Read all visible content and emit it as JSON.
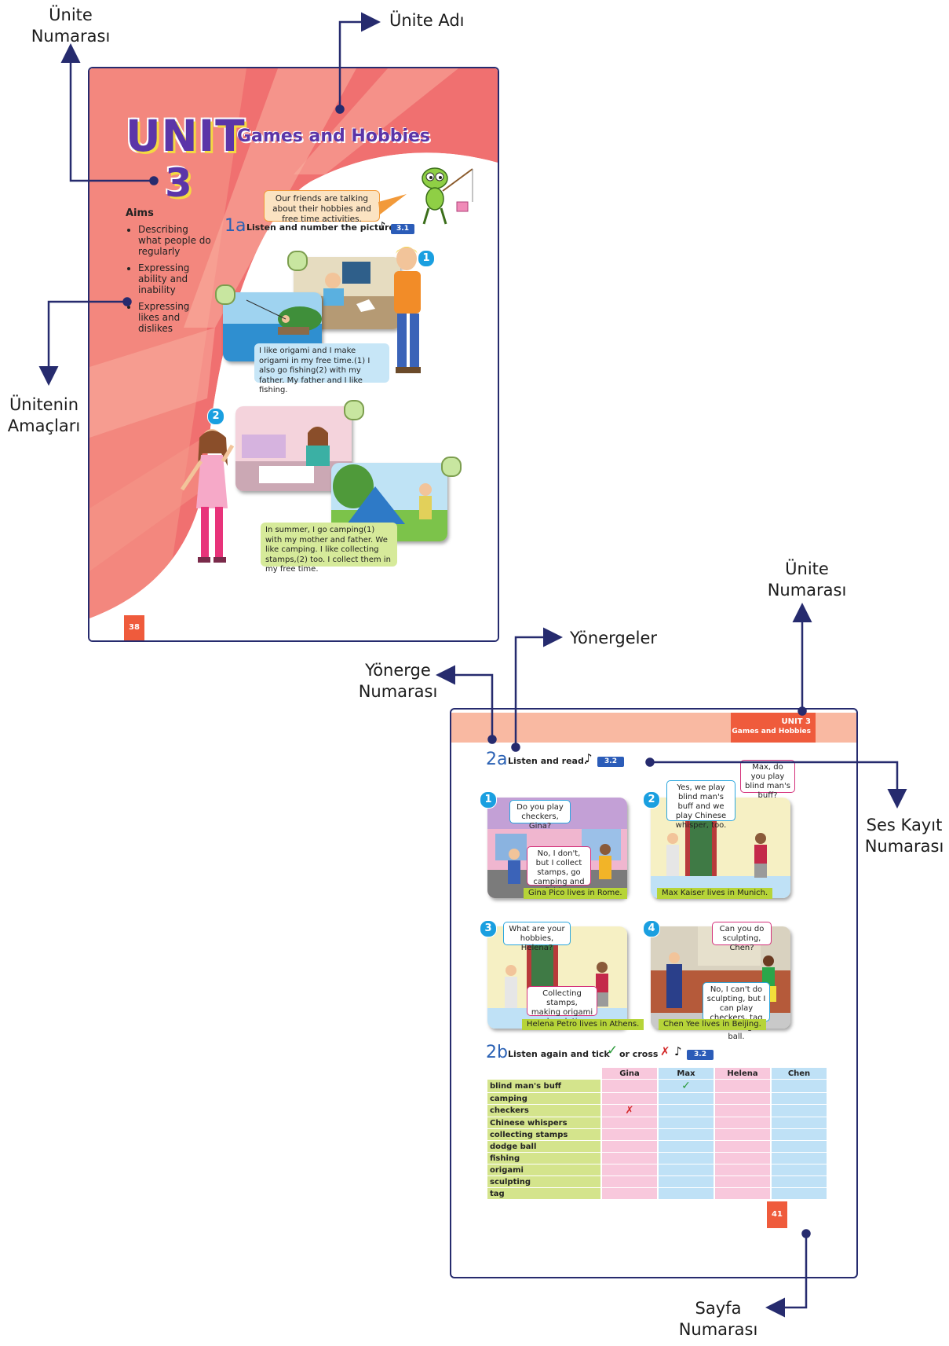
{
  "callouts": {
    "unit_number_top": [
      "Ünite",
      "Numarası"
    ],
    "unit_name": "Ünite Adı",
    "unit_aims": [
      "Ünitenin",
      "Amaçları"
    ],
    "unit_number_right": [
      "Ünite",
      "Numarası"
    ],
    "instructions": "Yönergeler",
    "instruction_number": [
      "Yönerge",
      "Numarası"
    ],
    "audio_number": [
      "Ses Kayıt",
      "Numarası"
    ],
    "page_number": [
      "Sayfa",
      "Numarası"
    ]
  },
  "page1": {
    "unit_word": "UNIT",
    "unit_title": "Games and Hobbies",
    "unit_number": "3",
    "aims_title": "Aims",
    "aims": [
      "Describing what people do regularly",
      "Expressing ability and inability",
      "Expressing likes and dislikes"
    ],
    "intro_bubble": "Our friends are talking about their hobbies and free time activities.",
    "instruction_number": "1a",
    "instruction_text": "Listen and number the pictures.",
    "audio_badge": "3.1",
    "pic1_number": "1",
    "pic2_number": "2",
    "text1": "I like origami and I make origami in my free time.(1) I also go fishing(2) with my father. My father and I like fishing.",
    "text2": "In summer, I go camping(1) with my mother and father. We like camping. I like collecting stamps,(2) too. I collect them in my free time.",
    "page_number": "38"
  },
  "page2": {
    "header_unit": "UNIT 3",
    "header_title": "Games and Hobbies",
    "instruction_2a_number": "2a",
    "instruction_2a_text": "Listen and read.",
    "audio_badge_2a": "3.2",
    "panels": [
      {
        "num": "1",
        "q": "Do you play checkers, Gina?",
        "a": "No, I don't, but I collect stamps, go camping and fishing.",
        "caption": "Gina Pico lives in Rome."
      },
      {
        "num": "2",
        "q": "Max, do you play blind man's buff?",
        "a": "Yes, we play blind man's buff and we play Chinese whisper, too.",
        "caption": "Max Kaiser lives in Munich."
      },
      {
        "num": "3",
        "q": "What are your hobbies, Helena?",
        "a": "Collecting stamps, making origami and sculpting.",
        "caption": "Helena Petro lives in Athens."
      },
      {
        "num": "4",
        "q": "Can you do sculpting, Chen?",
        "a": "No, I can't do sculpting, but I can play checkers, tag and dodge ball.",
        "caption": "Chen Yee lives in Beijing."
      }
    ],
    "instruction_2b_number": "2b",
    "instruction_2b_text_a": "Listen again and tick",
    "instruction_2b_text_b": "or cross",
    "audio_badge_2b": "3.2",
    "table_headers": [
      "Gina",
      "Max",
      "Helena",
      "Chen"
    ],
    "table_rows": [
      "blind man's buff",
      "camping",
      "checkers",
      "Chinese whispers",
      "collecting stamps",
      "dodge ball",
      "fishing",
      "origami",
      "sculpting",
      "tag"
    ],
    "table_marks": {
      "max_blind_mans_buff": "tick",
      "gina_checkers": "cross"
    },
    "page_number": "41"
  },
  "colors": {
    "arrow": "#262b6e",
    "page_border": "#262b6e",
    "unit_purple": "#5b35a8",
    "coral": "#ef6a6a",
    "header_peach": "#f9b9a2",
    "page_number_bg": "#ef5b3c"
  }
}
